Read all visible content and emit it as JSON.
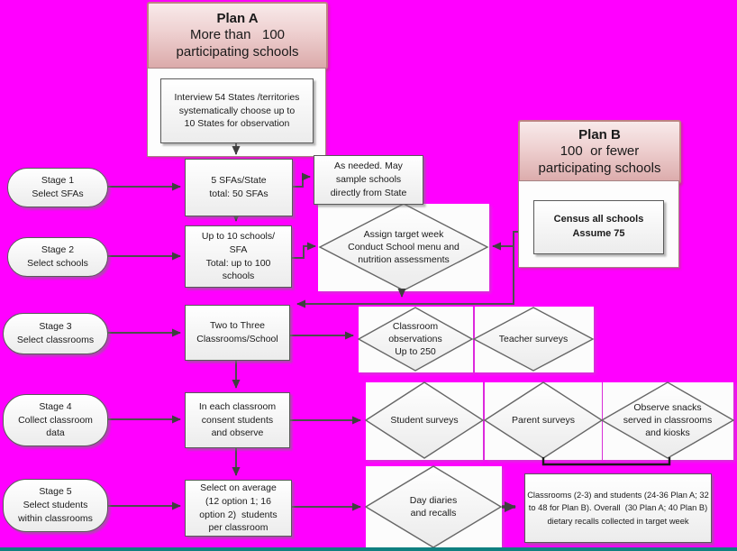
{
  "title": "School sampling and data collection flowchart",
  "colors": {
    "background": "#ff00ff",
    "plan_header_fill_top": "#f8eaea",
    "plan_header_fill_bottom": "#dbaaaa",
    "plan_border": "#bd8382",
    "box_border": "#595959",
    "arrow": "#4d4d4d",
    "bottom_bar": "#0f8080"
  },
  "plan_a": {
    "title": "Plan A",
    "subtitle": "More than   100\nparticipating schools",
    "interview_note": "Interview 54 States /territories\nsystematically choose up to\n10 States for observation"
  },
  "plan_b": {
    "title": "Plan B",
    "subtitle": "100  or fewer\nparticipating schools",
    "census_note": "Census all schools\nAssume 75"
  },
  "stages": {
    "stage1": "Stage 1\nSelect SFAs",
    "stage2": "Stage 2\nSelect schools",
    "stage3": "Stage 3\nSelect classrooms",
    "stage4": "Stage 4\nCollect classroom\ndata",
    "stage5": "Stage 5\nSelect students\nwithin classrooms"
  },
  "nodes": {
    "sfas": "5 SFAs/State\ntotal: 50 SFAs",
    "as_needed": "As needed. May\nsample schools\ndirectly from State",
    "up_to_10": "Up to 10 schools/\nSFA\nTotal: up to 100\nschools",
    "assign": "Assign target week\nConduct School menu and\nnutrition assessments",
    "two_three": "Two to Three\nClassrooms/School",
    "classroom_obs": "Classroom\nobservations\nUp to 250",
    "teacher": "Teacher surveys",
    "consent": "In each classroom\nconsent students\nand observe",
    "student": "Student surveys",
    "parent": "Parent surveys",
    "snacks": "Observe snacks\nserved in classrooms\nand kiosks",
    "select_avg": "Select on average\n(12 option 1; 16\noption 2)  students\nper classroom",
    "diaries": "Day diaries\nand recalls",
    "final": "Classrooms (2-3) and students (24-36 Plan A; 32 to 48 for Plan B). Overall  (30 Plan A; 40 Plan B) dietary recalls collected in target week"
  }
}
